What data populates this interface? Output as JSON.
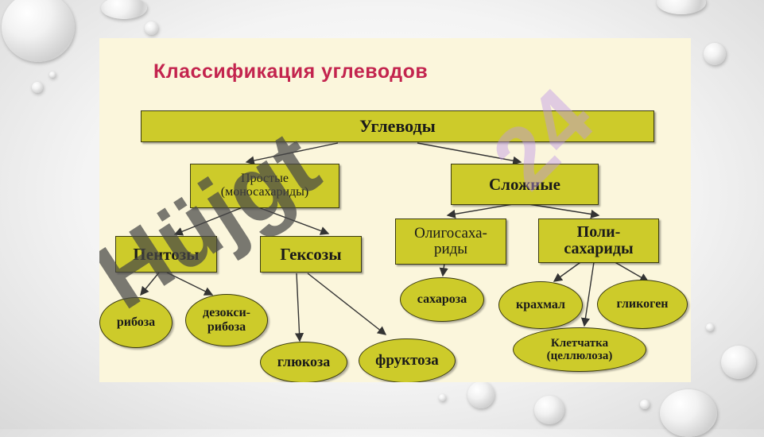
{
  "title": "Классификация углеводов",
  "nodes": {
    "root": "Углеводы",
    "simple_1": "Простые",
    "simple_2": "(моносахариды)",
    "complex": "Сложные",
    "pentoses": "Пентозы",
    "hexoses": "Гексозы",
    "oligo_1": "Олигосаха-",
    "oligo_2": "риды",
    "poly_1": "Поли-",
    "poly_2": "сахариды",
    "ribose": "рибоза",
    "deoxyribose_1": "дезокси-",
    "deoxyribose_2": "рибоза",
    "glucose": "глюкоза",
    "fructose": "фруктоза",
    "sucrose": "сахароза",
    "starch": "крахмал",
    "glycogen": "гликоген",
    "cellulose_1": "Клетчатка",
    "cellulose_2": "(целлюлоза)"
  },
  "watermark_primary": "Hüjgt",
  "watermark_secondary": "24",
  "colors": {
    "box_fill": "#cdcb2a",
    "title": "#c3244e",
    "panel": "#fbf6dc"
  }
}
